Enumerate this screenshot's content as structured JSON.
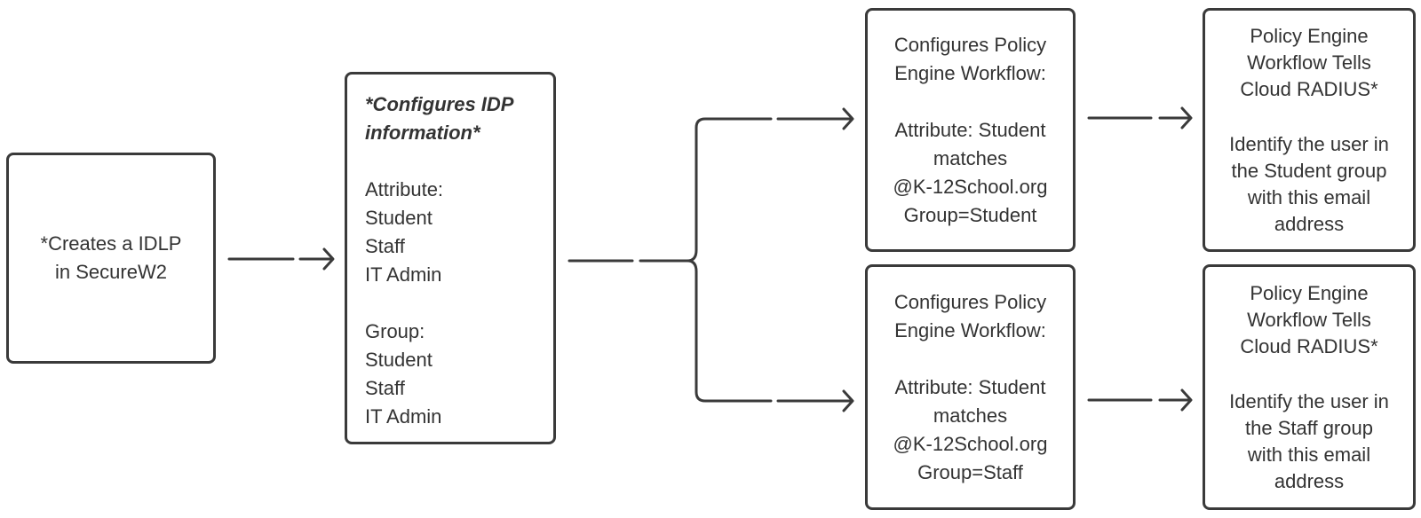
{
  "diagram": {
    "nodes": {
      "create_idlp": {
        "lines": [
          "*Creates a IDLP",
          "in SecureW2"
        ]
      },
      "configure_idp": {
        "heading": [
          "*Configures IDP",
          "information*"
        ],
        "attribute_label": "Attribute:",
        "attribute_values": [
          "Student",
          "Staff",
          "IT Admin"
        ],
        "group_label": "Group:",
        "group_values": [
          "Student",
          "Staff",
          "IT Admin"
        ]
      },
      "policy_student": {
        "heading": [
          "Configures Policy",
          "Engine Workflow:"
        ],
        "body": [
          "Attribute: Student",
          "matches",
          "@K-12School.org",
          "Group=Student"
        ]
      },
      "policy_staff": {
        "heading": [
          "Configures Policy",
          "Engine Workflow:"
        ],
        "body": [
          "Attribute: Student",
          "matches",
          "@K-12School.org",
          "Group=Staff"
        ]
      },
      "radius_student": {
        "heading": [
          "Policy Engine",
          "Workflow Tells",
          "Cloud RADIUS*"
        ],
        "body": [
          "Identify the user in",
          "the Student group",
          "with this email",
          "address"
        ]
      },
      "radius_staff": {
        "heading": [
          "Policy Engine",
          "Workflow Tells",
          "Cloud RADIUS*"
        ],
        "body": [
          "Identify the user in",
          "the Staff group",
          "with this email",
          "address"
        ]
      }
    },
    "colors": {
      "stroke": "#3a3a3a",
      "text": "#333333",
      "background": "#ffffff"
    }
  }
}
